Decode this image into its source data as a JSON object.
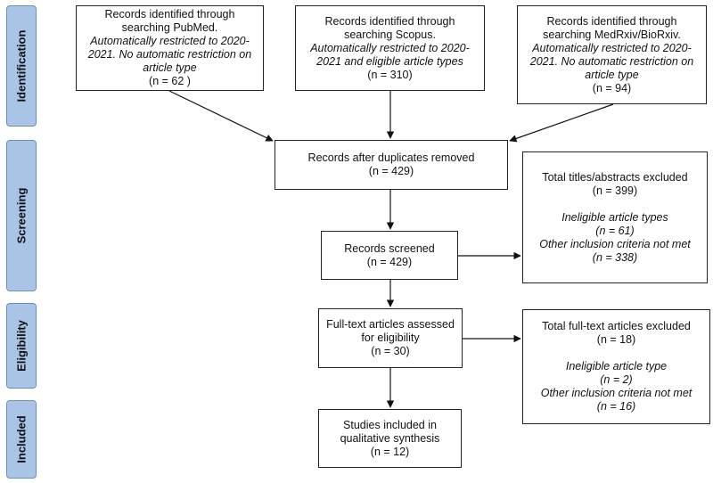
{
  "phases": {
    "identification": "Identification",
    "screening": "Screening",
    "eligibility": "Eligibility",
    "included": "Included"
  },
  "pubmed": {
    "line1": "Records identified through",
    "line2": "searching PubMed.",
    "note": "Automatically restricted to 2020-2021. No automatic restriction on article type",
    "count": "(n =  62 )"
  },
  "scopus": {
    "line1": "Records identified through",
    "line2": "searching Scopus.",
    "note": "Automatically restricted to 2020-2021 and eligible article types",
    "count": "(n =  310)"
  },
  "medrxiv": {
    "line1": "Records identified through",
    "line2": "searching MedRxiv/BioRxiv.",
    "note": "Automatically restricted to 2020-2021. No automatic restriction on article type",
    "count": "(n =  94)"
  },
  "duplicates": {
    "label": "Records after duplicates removed",
    "count": "(n = 429)"
  },
  "title_excluded": {
    "label": "Total titles/abstracts excluded",
    "count": "(n = 399)",
    "reason1": "Ineligible article types",
    "reason1_count": "(n =  61)",
    "reason2": "Other inclusion criteria not met",
    "reason2_count": "(n = 338)"
  },
  "screened": {
    "label": "Records screened",
    "count": "(n = 429)"
  },
  "fulltext": {
    "line1": "Full-text articles assessed",
    "line2": "for eligibility",
    "count": "(n = 30)"
  },
  "fulltext_excluded": {
    "label": "Total full-text articles excluded",
    "count": "(n  = 18)",
    "reason1": "Ineligible article type",
    "reason1_count": "(n = 2)",
    "reason2": "Other inclusion criteria not met",
    "reason2_count": "(n = 16)"
  },
  "included": {
    "line1": "Studies included in",
    "line2": "qualitative synthesis",
    "count": "(n = 12)"
  }
}
